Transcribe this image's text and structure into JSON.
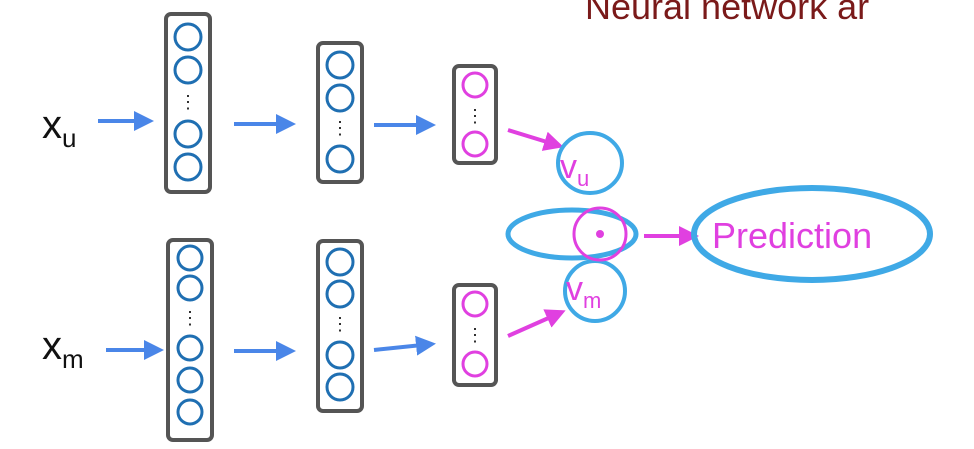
{
  "title": "Neural network ar",
  "colors": {
    "title": "#7a1a1a",
    "arrow_blue": "#4a86e8",
    "circle_blue": "#1f6fb2",
    "magenta": "#e040e0",
    "highlight": "#3fa9e6",
    "box": "#555555"
  },
  "user_tower": {
    "input_label": "x",
    "input_subscript": "u",
    "output_label": "v",
    "output_subscript": "u"
  },
  "movie_tower": {
    "input_label": "x",
    "input_subscript": "m",
    "output_label": "v",
    "output_subscript": "m"
  },
  "combine": {
    "operator_icon": "dot-product-icon",
    "output_label": "Prediction"
  }
}
